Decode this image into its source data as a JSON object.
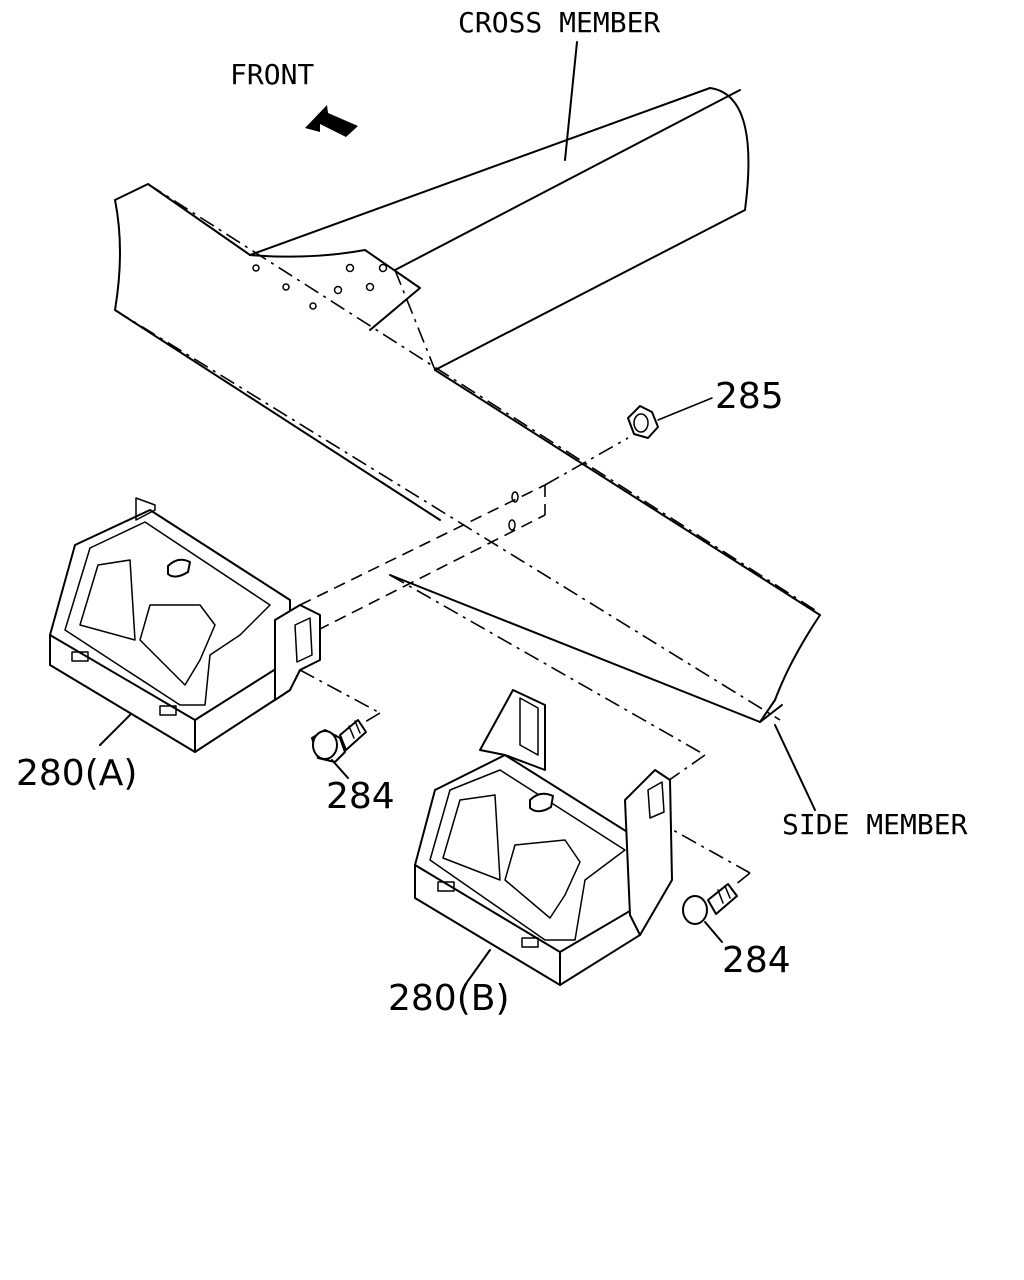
{
  "labels": {
    "cross_member": "CROSS MEMBER",
    "front": "FRONT",
    "side_member": "SIDE MEMBER"
  },
  "callouts": {
    "nut": "285",
    "bolt_a": "284",
    "bolt_b": "284",
    "bracket_a": "280(A)",
    "bracket_b": "280(B)"
  },
  "icons": {
    "front_arrow": "front-arrow-icon"
  }
}
